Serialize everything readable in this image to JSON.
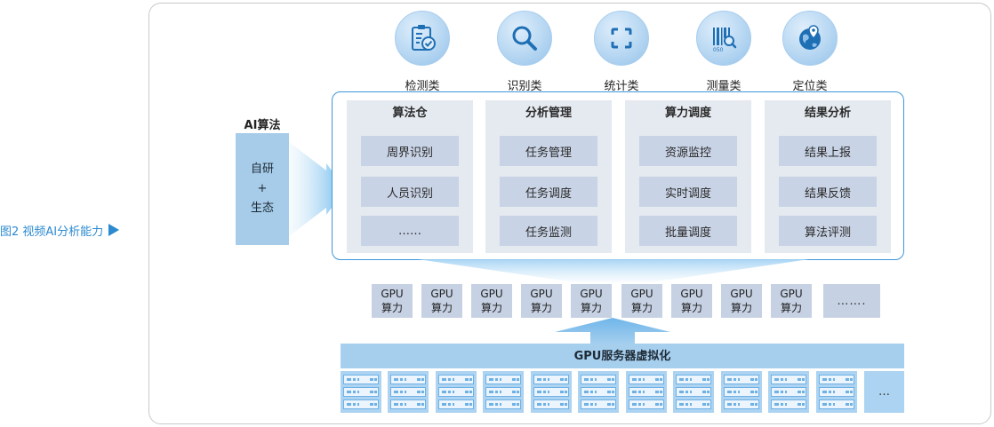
{
  "caption": {
    "text": "图2  视频AI分析能力"
  },
  "categories": [
    {
      "label": "检测类",
      "icon": "clipboard-check-icon"
    },
    {
      "label": "识别类",
      "icon": "magnifier-icon"
    },
    {
      "label": "统计类",
      "icon": "scan-frame-icon"
    },
    {
      "label": "测量类",
      "icon": "barcode-measure-icon"
    },
    {
      "label": "定位类",
      "icon": "globe-pin-icon"
    }
  ],
  "ai": {
    "title": "AI算法",
    "line1": "自研",
    "line2": "+",
    "line3": "生态"
  },
  "columns": [
    {
      "title": "算法仓",
      "items": [
        "周界识别",
        "人员识别",
        "……"
      ]
    },
    {
      "title": "分析管理",
      "items": [
        "任务管理",
        "任务调度",
        "任务监测"
      ]
    },
    {
      "title": "算力调度",
      "items": [
        "资源监控",
        "实时调度",
        "批量调度"
      ]
    },
    {
      "title": "结果分析",
      "items": [
        "结果上报",
        "结果反馈",
        "算法评测"
      ]
    }
  ],
  "gpu": {
    "line1": "GPU",
    "line2": "算力",
    "count": 9,
    "more": "……."
  },
  "virtualization": {
    "label": "GPU服务器虚拟化"
  },
  "servers": {
    "count": 11,
    "more": "…"
  },
  "colors": {
    "accent": "#2b8ad0",
    "panel_border": "#3f97d9",
    "light_blue": "#a6cce9",
    "column_bg": "#e5e9f0",
    "item_bg": "#c8d3e5"
  }
}
